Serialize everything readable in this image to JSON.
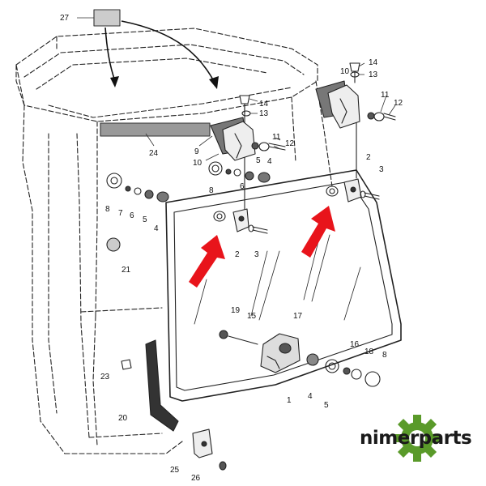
{
  "diagram": {
    "callouts": [
      {
        "id": "27",
        "label": "27"
      },
      {
        "id": "14a",
        "label": "14"
      },
      {
        "id": "13a",
        "label": "13"
      },
      {
        "id": "14b",
        "label": "14"
      },
      {
        "id": "13b",
        "label": "13"
      },
      {
        "id": "10a",
        "label": "10"
      },
      {
        "id": "11a",
        "label": "11"
      },
      {
        "id": "12a",
        "label": "12"
      },
      {
        "id": "11b",
        "label": "11"
      },
      {
        "id": "12b",
        "label": "12"
      },
      {
        "id": "9",
        "label": "9"
      },
      {
        "id": "10b",
        "label": "10"
      },
      {
        "id": "24",
        "label": "24"
      },
      {
        "id": "5a",
        "label": "5"
      },
      {
        "id": "6a",
        "label": "6"
      },
      {
        "id": "4a",
        "label": "4"
      },
      {
        "id": "8a",
        "label": "8"
      },
      {
        "id": "8b",
        "label": "8"
      },
      {
        "id": "7",
        "label": "7"
      },
      {
        "id": "6b",
        "label": "6"
      },
      {
        "id": "5b",
        "label": "5"
      },
      {
        "id": "4b",
        "label": "4"
      },
      {
        "id": "2a",
        "label": "2"
      },
      {
        "id": "3a",
        "label": "3"
      },
      {
        "id": "2b",
        "label": "2"
      },
      {
        "id": "3b",
        "label": "3"
      },
      {
        "id": "21",
        "label": "21"
      },
      {
        "id": "19",
        "label": "19"
      },
      {
        "id": "15",
        "label": "15"
      },
      {
        "id": "17",
        "label": "17"
      },
      {
        "id": "16",
        "label": "16"
      },
      {
        "id": "18",
        "label": "18"
      },
      {
        "id": "8c",
        "label": "8"
      },
      {
        "id": "23",
        "label": "23"
      },
      {
        "id": "4c",
        "label": "4"
      },
      {
        "id": "5c",
        "label": "5"
      },
      {
        "id": "1",
        "label": "1"
      },
      {
        "id": "20",
        "label": "20"
      },
      {
        "id": "25",
        "label": "25"
      },
      {
        "id": "26",
        "label": "26"
      }
    ],
    "arrow_color": "#e8141b"
  },
  "brand": {
    "name": "nimerparts",
    "logo_color": "#5a9a2a"
  }
}
